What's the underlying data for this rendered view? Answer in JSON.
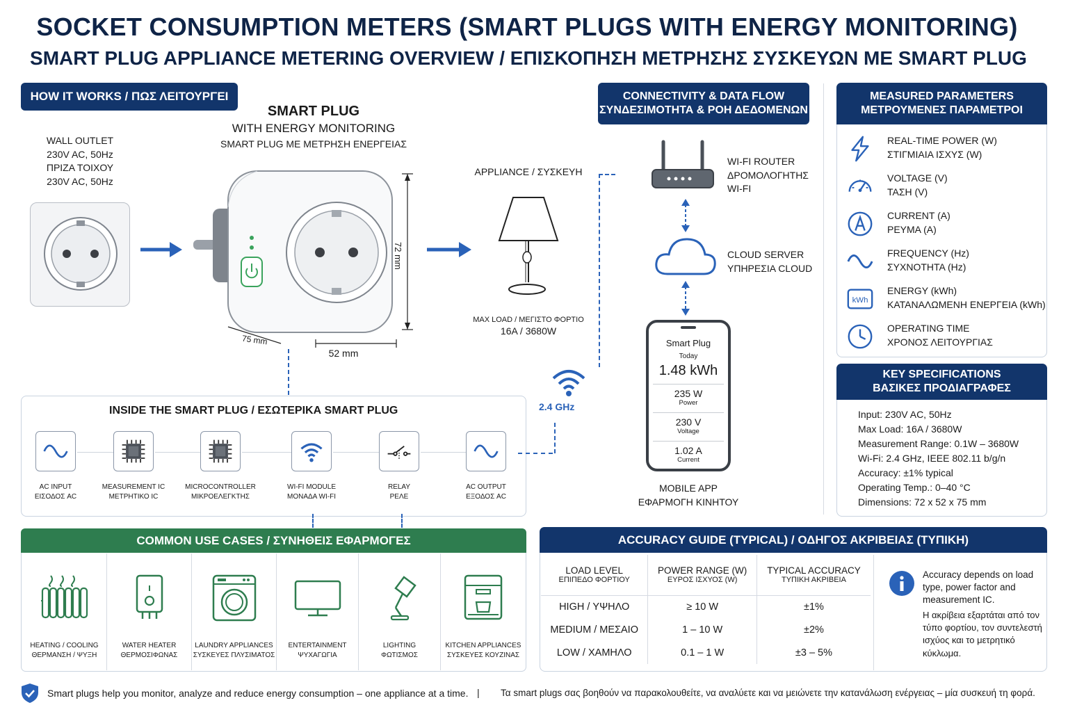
{
  "title": "SOCKET CONSUMPTION METERS (SMART PLUGS WITH ENERGY MONITORING)",
  "subtitle": "SMART PLUG APPLIANCE METERING OVERVIEW / ΕΠΙΣΚΟΠΗΣΗ ΜΕΤΡΗΣΗΣ ΣΥΣΚΕΥΩΝ ΜΕ SMART PLUG",
  "how": {
    "header": "HOW IT WORKS / ΠΩΣ ΛΕΙΤΟΥΡΓΕΙ",
    "outlet": {
      "l1": "WALL OUTLET",
      "l2": "230V AC, 50Hz",
      "l3": "ΠΡΙΖΑ ΤΟΙΧΟΥ",
      "l4": "230V AC, 50Hz"
    },
    "plug": {
      "l1": "SMART PLUG",
      "l2": "WITH ENERGY MONITORING",
      "l3": "SMART PLUG ΜΕ ΜΕΤΡΗΣΗ ΕΝΕΡΓΕΙΑΣ"
    },
    "dims": {
      "height": "72 mm",
      "depth": "75 mm",
      "width": "52 mm"
    },
    "appliance": {
      "label": "APPLIANCE / ΣΥΣΚΕΥΗ",
      "load_label": "MAX LOAD / ΜΕΓΙΣΤΟ ΦΟΡΤΙΟ",
      "load_value": "16A / 3680W"
    }
  },
  "inside": {
    "title": "INSIDE THE SMART PLUG / ΕΣΩΤΕΡΙΚΑ SMART PLUG",
    "blocks": [
      {
        "en": "AC INPUT",
        "gr": "ΕΙΣΟΔΟΣ AC",
        "icon": "sine-wave-icon"
      },
      {
        "en": "MEASUREMENT IC",
        "gr": "ΜΕΤΡΗΤΙΚΟ IC",
        "icon": "chip-icon"
      },
      {
        "en": "MICROCONTROLLER",
        "gr": "ΜΙΚΡΟΕΛΕΓΚΤΗΣ",
        "icon": "chip-icon"
      },
      {
        "en": "WI-FI MODULE",
        "gr": "ΜΟΝΑΔΑ WI-FI",
        "icon": "wifi-icon"
      },
      {
        "en": "RELAY",
        "gr": "ΡΕΛΕ",
        "icon": "relay-icon"
      },
      {
        "en": "AC OUTPUT",
        "gr": "ΕΞΟΔΟΣ AC",
        "icon": "sine-wave-icon"
      }
    ],
    "wifi_band": "2.4 GHz"
  },
  "connectivity": {
    "header_l1": "CONNECTIVITY & DATA FLOW",
    "header_l2": "ΣΥΝΔΕΣΙΜΟΤΗΤΑ & ΡΟΗ ΔΕΔΟΜΕΝΩΝ",
    "router": {
      "l1": "WI-FI ROUTER",
      "l2": "ΔΡΟΜΟΛΟΓΗΤΗΣ",
      "l3": "WI-FI"
    },
    "cloud": {
      "l1": "CLOUD SERVER",
      "l2": "ΥΠΗΡΕΣΙΑ CLOUD"
    },
    "app": {
      "app_name": "Smart Plug",
      "period": "Today",
      "energy": "1.48 kWh",
      "power": "235 W",
      "power_label": "Power",
      "voltage": "230 V",
      "voltage_label": "Voltage",
      "current": "1.02 A",
      "current_label": "Current",
      "caption_l1": "MOBILE APP",
      "caption_l2": "ΕΦΑΡΜΟΓΗ ΚΙΝΗΤΟΥ"
    }
  },
  "measured": {
    "header_l1": "MEASURED PARAMETERS",
    "header_l2": "ΜΕΤΡΟΥΜΕΝΕΣ ΠΑΡΑΜΕΤΡΟΙ",
    "items": [
      {
        "en": "REAL-TIME POWER (W)",
        "gr": "ΣΤΙΓΜΙΑΙΑ ΙΣΧΥΣ (W)",
        "icon": "lightning-icon"
      },
      {
        "en": "VOLTAGE (V)",
        "gr": "ΤΑΣΗ (V)",
        "icon": "gauge-icon"
      },
      {
        "en": "CURRENT (A)",
        "gr": "ΡΕΥΜΑ (A)",
        "icon": "ampere-icon"
      },
      {
        "en": "FREQUENCY (Hz)",
        "gr": "ΣΥΧΝΟΤΗΤΑ (Hz)",
        "icon": "sine-wave-icon"
      },
      {
        "en": "ENERGY (kWh)",
        "gr": "ΚΑΤΑΝΑΛΩΜΕΝΗ ΕΝΕΡΓΕΙΑ (kWh)",
        "icon": "kwh-icon"
      },
      {
        "en": "OPERATING TIME",
        "gr": "ΧΡΟΝΟΣ ΛΕΙΤΟΥΡΓΙΑΣ",
        "icon": "clock-icon"
      }
    ],
    "kwh_glyph": "kWh"
  },
  "specs": {
    "header_l1": "KEY SPECIFICATIONS",
    "header_l2": "ΒΑΣΙΚΕΣ ΠΡΟΔΙΑΓΡΑΦΕΣ",
    "items": [
      "Input: 230V AC, 50Hz",
      "Max Load: 16A / 3680W",
      "Measurement Range: 0.1W – 3680W",
      "Wi-Fi: 2.4 GHz, IEEE 802.11 b/g/n",
      "Accuracy: ±1% typical",
      "Operating Temp.: 0–40 °C",
      "Dimensions: 72 x 52 x 75 mm"
    ]
  },
  "use_cases": {
    "header": "COMMON USE CASES / ΣΥΝΗΘΕΙΣ ΕΦΑΡΜΟΓΕΣ",
    "items": [
      {
        "en": "HEATING / COOLING",
        "gr": "ΘΕΡΜΑΝΣΗ / ΨΥΞΗ",
        "icon": "radiator-icon"
      },
      {
        "en": "WATER HEATER",
        "gr": "ΘΕΡΜΟΣΙΦΩΝΑΣ",
        "icon": "water-heater-icon"
      },
      {
        "en": "LAUNDRY APPLIANCES",
        "gr": "ΣΥΣΚΕΥΕΣ ΠΛΥΣΙΜΑΤΟΣ",
        "icon": "washing-machine-icon"
      },
      {
        "en": "ENTERTAINMENT",
        "gr": "ΨΥΧΑΓΩΓΙΑ",
        "icon": "tv-icon"
      },
      {
        "en": "LIGHTING",
        "gr": "ΦΩΤΙΣΜΟΣ",
        "icon": "desk-lamp-icon"
      },
      {
        "en": "KITCHEN APPLIANCES",
        "gr": "ΣΥΣΚΕΥΕΣ ΚΟΥΖΙΝΑΣ",
        "icon": "coffee-machine-icon"
      }
    ]
  },
  "accuracy": {
    "header": "ACCURACY GUIDE (TYPICAL) / ΟΔΗΓΟΣ ΑΚΡΙΒΕΙΑΣ (ΤΥΠΙΚΗ)",
    "columns": [
      {
        "en": "LOAD LEVEL",
        "gr": "ΕΠΙΠΕΔΟ ΦΟΡΤΙΟΥ"
      },
      {
        "en": "POWER RANGE (W)",
        "gr": "ΕΥΡΟΣ ΙΣΧΥΟΣ (W)"
      },
      {
        "en": "TYPICAL ACCURACY",
        "gr": "ΤΥΠΙΚΗ ΑΚΡΙΒΕΙΑ"
      }
    ],
    "rows": [
      [
        "HIGH / ΥΨΗΛΟ",
        "≥ 10 W",
        "±1%"
      ],
      [
        "MEDIUM / ΜΕΣΑΙΟ",
        "1 – 10 W",
        "±2%"
      ],
      [
        "LOW / ΧΑΜΗΛΟ",
        "0.1 – 1 W",
        "±3 – 5%"
      ]
    ],
    "note_en": "Accuracy depends on load type, power factor and measurement IC.",
    "note_gr": "Η ακρίβεια εξαρτάται από τον τύπο φορτίου, τον συντελεστή ισχύος και το μετρητικό κύκλωμα."
  },
  "footer": {
    "en": "Smart plugs help you monitor, analyze and reduce energy consumption – one appliance at a time.",
    "separator": "|",
    "gr": "Τα smart plugs σας βοηθούν να παρακολουθείτε, να αναλύετε και να μειώνετε την κατανάλωση ενέργειας – μία συσκευή τη φορά."
  },
  "colors": {
    "navy": "#12356b",
    "green": "#2e7d4f",
    "blue": "#2a62b8",
    "led": "#3aa35c"
  }
}
